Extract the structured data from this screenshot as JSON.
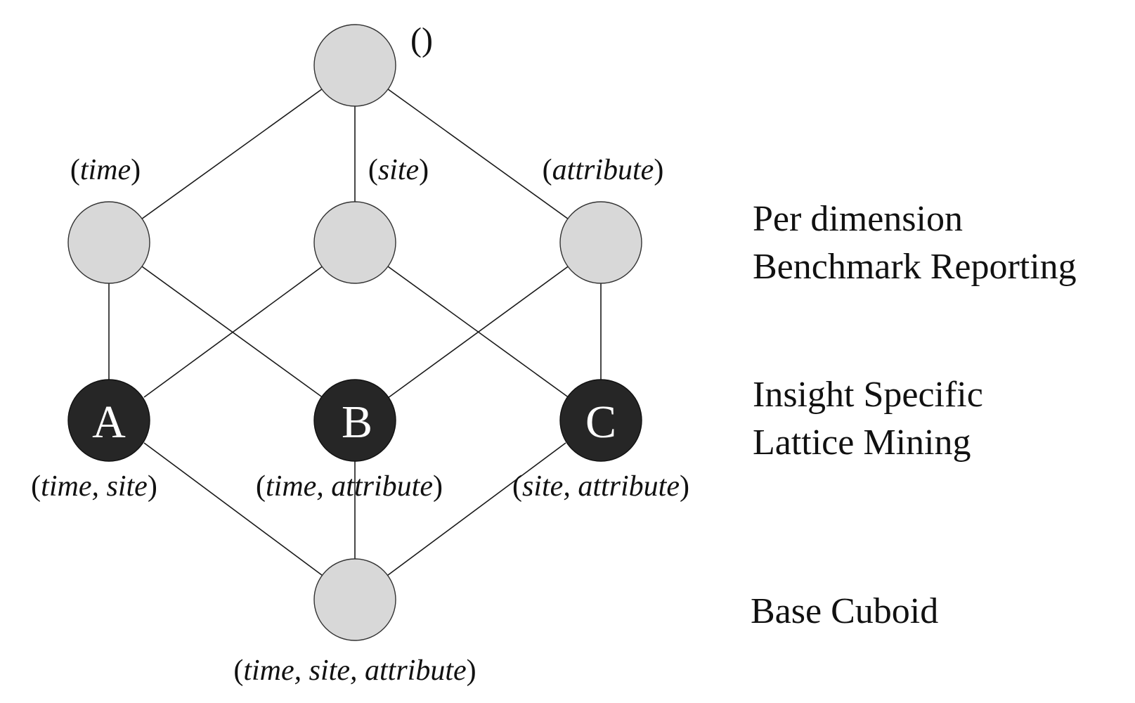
{
  "root": {
    "label": "()"
  },
  "one_dimension": [
    {
      "id": "time",
      "open": "(",
      "name": "time",
      "close": ")"
    },
    {
      "id": "site",
      "open": "(",
      "name": "site",
      "close": ")"
    },
    {
      "id": "attribute",
      "open": "(",
      "name": "attribute",
      "close": ")"
    }
  ],
  "two_dimension": [
    {
      "id": "A",
      "letter": "A",
      "open": "(",
      "name": "time, site",
      "close": ")"
    },
    {
      "id": "B",
      "letter": "B",
      "open": "(",
      "name": "time, attribute",
      "close": ")"
    },
    {
      "id": "C",
      "letter": "C",
      "open": "(",
      "name": "site, attribute",
      "close": ")"
    }
  ],
  "base": {
    "open": "(",
    "name": "time, site, attribute",
    "close": ")"
  },
  "levels": {
    "per_dimension": [
      "Per dimension",
      "Benchmark Reporting"
    ],
    "insight_specific": [
      "Insight Specific",
      "Lattice Mining"
    ],
    "base_cuboid": [
      "Base Cuboid"
    ]
  },
  "colors": {
    "light_node": "#d8d8d8",
    "dark_node": "#262626",
    "edge": "#1a1a1a"
  }
}
